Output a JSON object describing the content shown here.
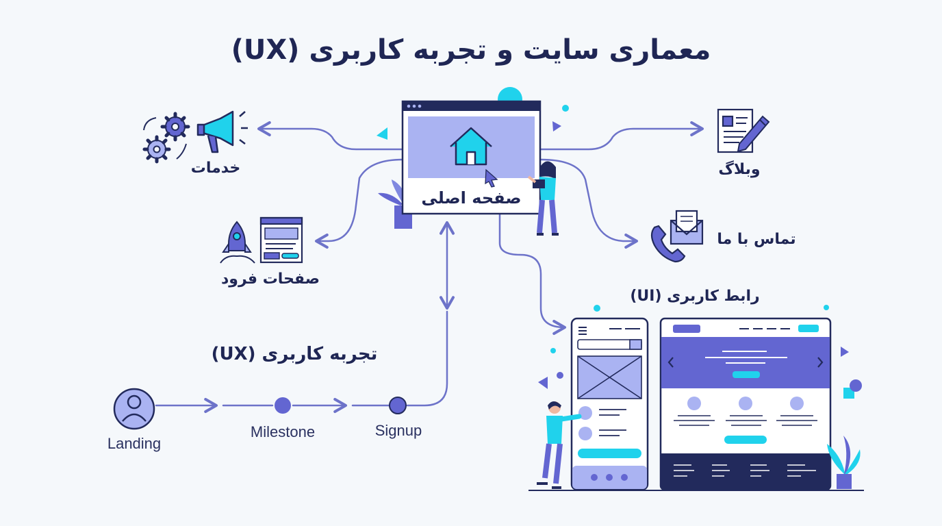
{
  "title": "معماری سایت و تجربه کاربری (UX)",
  "nodes": {
    "home": "صفحه اصلی",
    "services": "خدمات",
    "landing_pages": "صفحات فرود",
    "blog": "وبلاگ",
    "contact": "تماس با ما",
    "ui": "رابط کاربری (UI)",
    "ux": "تجربه کاربری (UX)"
  },
  "journey": {
    "steps": [
      "Landing",
      "Milestone",
      "Signup"
    ]
  },
  "colors": {
    "navy": "#222a5c",
    "indigo": "#6366d1",
    "lavender": "#aab3f2",
    "cyan": "#20d2ec",
    "line": "#6d73c9"
  }
}
